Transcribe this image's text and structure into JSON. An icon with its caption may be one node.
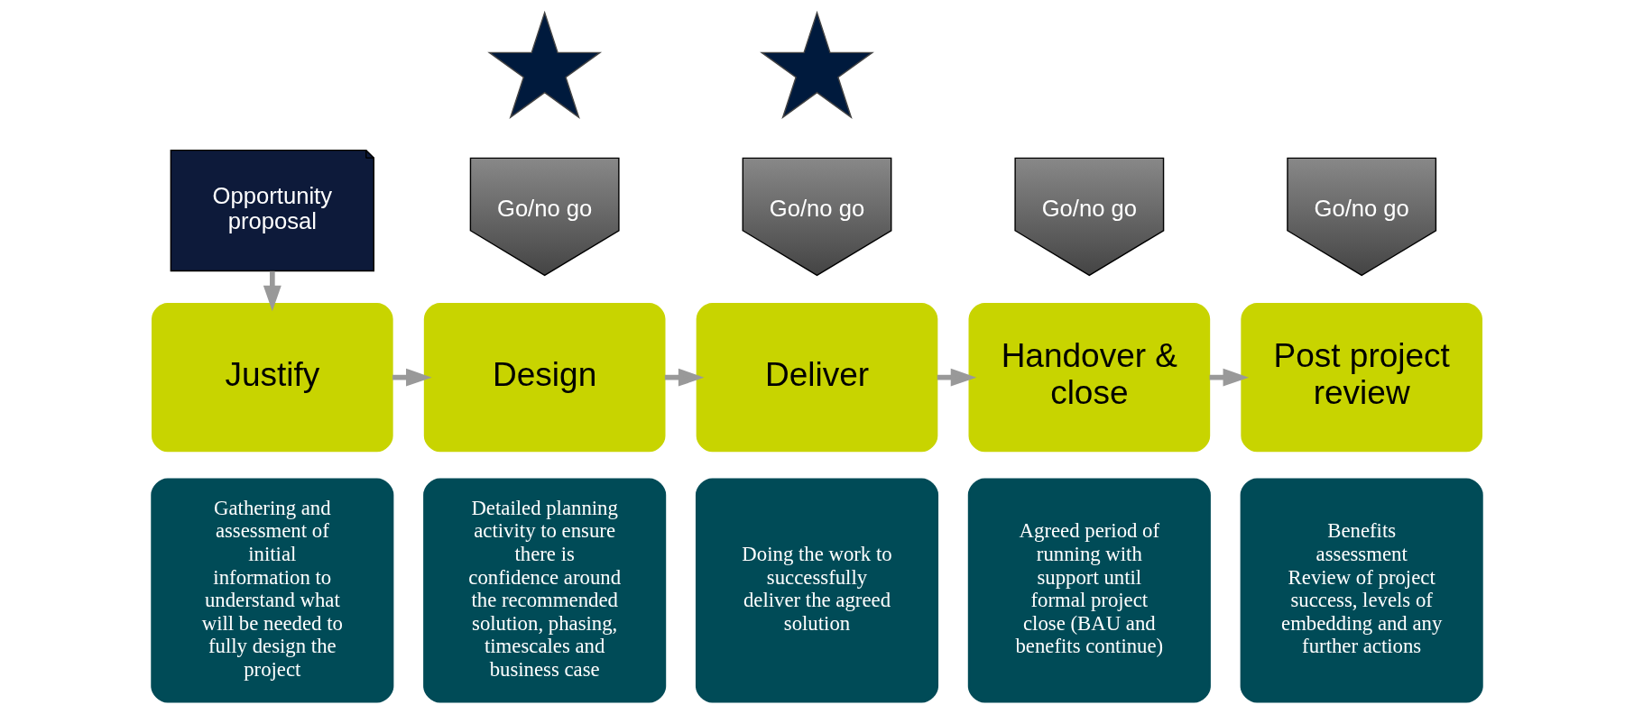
{
  "diagram": {
    "nodes": [
      {
        "text": [
          "Opportunity proposal"
        ]
      },
      {
        "text": [],
        "shape": "star"
      },
      {
        "text": [
          "Go/no go"
        ]
      },
      {
        "text": [
          "Justify"
        ]
      },
      {
        "text": [
          "Gathering and assessment of initial information to understand what will be needed to fully design the project"
        ]
      },
      {
        "text": [],
        "shape": "star"
      },
      {
        "text": [
          "Go/no go"
        ]
      },
      {
        "text": [
          "Design"
        ]
      },
      {
        "text": [
          "Detailed planning activity to ensure there is confidence around the recommended solution, phasing, timescales and business case"
        ]
      },
      {
        "text": [
          "Go/no go"
        ]
      },
      {
        "text": [
          "Deliver"
        ]
      },
      {
        "text": [
          "Doing the work to successfully deliver the agreed solution"
        ]
      },
      {
        "text": [
          "Go/no go"
        ]
      },
      {
        "text": [
          "Handover & close"
        ]
      },
      {
        "text": [
          "Agreed period of running with support until formal project close (BAU and benefits continue)"
        ]
      },
      {
        "text": [
          "Post project review"
        ]
      },
      {
        "text": [
          "Benefits assessment",
          "Review of project success, levels of embedding and any further actions"
        ]
      }
    ],
    "edges": [
      {
        "from": 0,
        "to": 3,
        "arrow": "to"
      },
      {
        "from": 3,
        "to": 7,
        "arrow": "to"
      },
      {
        "from": 7,
        "to": 10,
        "arrow": "to"
      },
      {
        "from": 10,
        "to": 13,
        "arrow": "to"
      },
      {
        "from": 13,
        "to": 15,
        "arrow": "to"
      }
    ]
  }
}
